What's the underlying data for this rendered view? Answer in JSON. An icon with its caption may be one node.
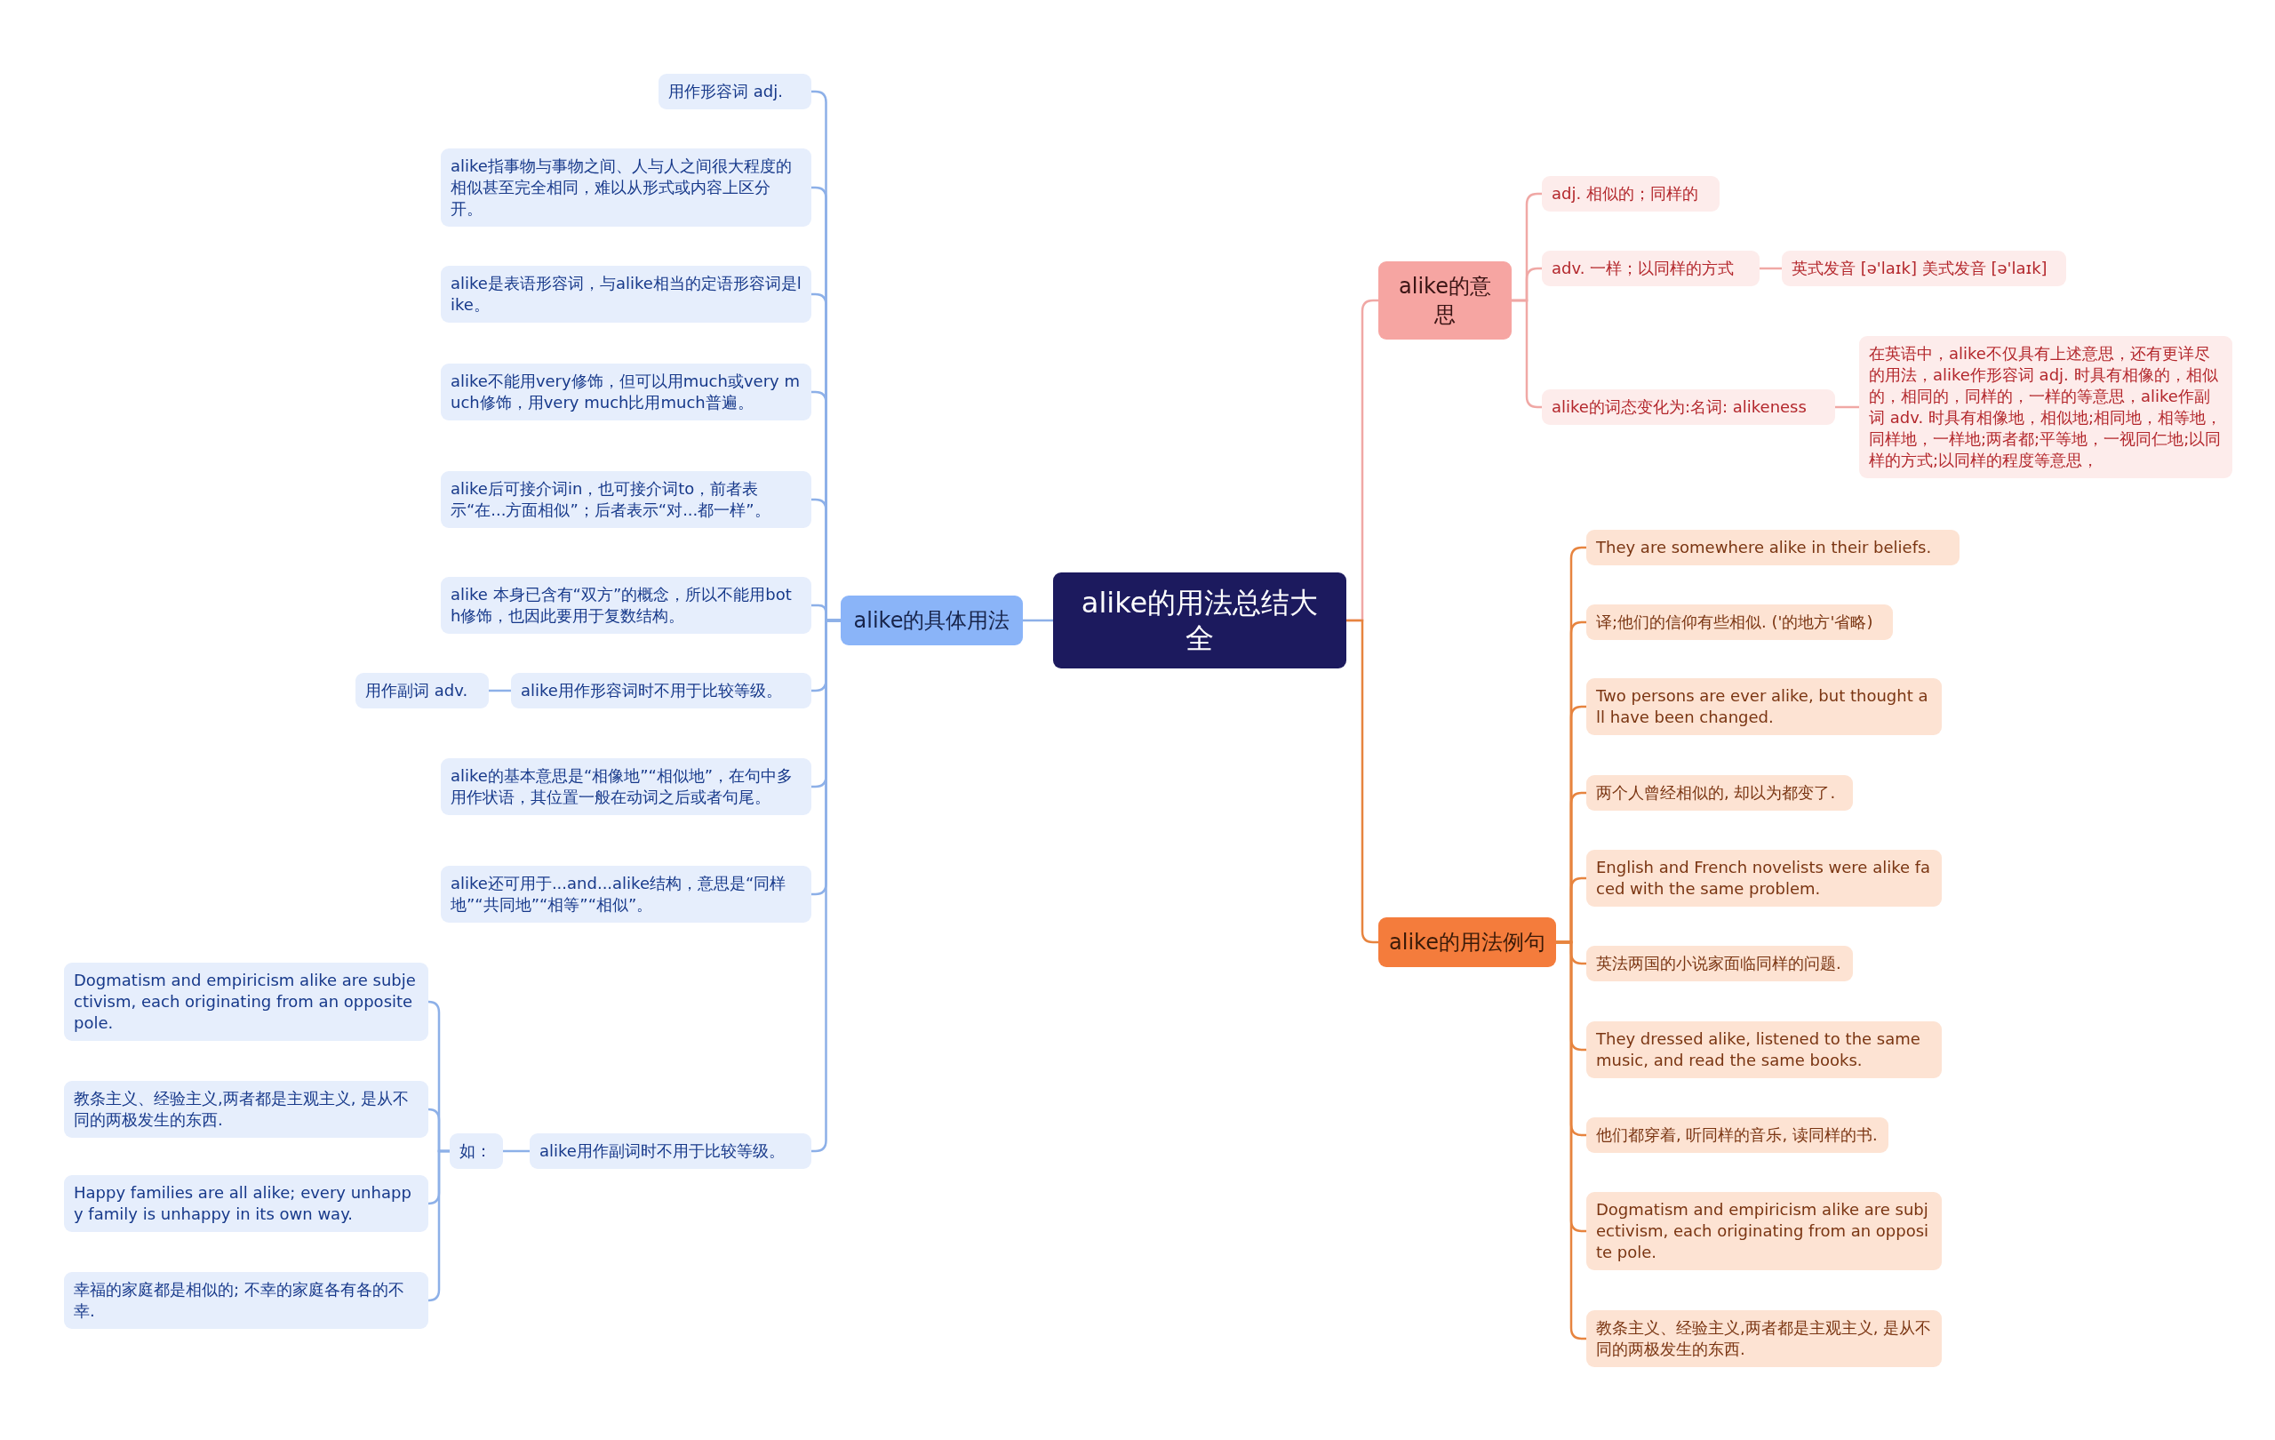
{
  "diagram": {
    "nodes": [
      {
        "text": [
          "alike的用法总结大全"
        ]
      },
      {
        "text": [
          "alike的意思"
        ]
      },
      {
        "text": [
          "adj. 相似的；同样的"
        ]
      },
      {
        "text": [
          "adv. 一样；以同样的方式"
        ]
      },
      {
        "text": [
          "英式发音 [ə'laɪk] 美式发音 [ə'laɪk]"
        ]
      },
      {
        "text": [
          "alike的词态变化为:名词: alikeness"
        ]
      },
      {
        "text": [
          "在英语中，alike不仅具有上述意思，还有更详尽的用法，alike作形容词 adj. 时具有相像的，相似的，相同的，同样的，一样的等意思，alike作副词 adv. 时具有相像地，相似地;相同地，相等地，同样地，一样地;两者都;平等地，一视同仁地;以同样的方式;以同样的程度等意思，"
        ]
      },
      {
        "text": [
          "alike的用法例句"
        ]
      },
      {
        "text": [
          "They are somewhere alike in their beliefs."
        ]
      },
      {
        "text": [
          "译;他们的信仰有些相似. ('的地方'省略)"
        ]
      },
      {
        "text": [
          "Two persons are ever alike, but thought all have been changed."
        ]
      },
      {
        "text": [
          "两个人曾经相似的, 却以为都变了."
        ]
      },
      {
        "text": [
          "English and French novelists were alike faced with the same problem."
        ]
      },
      {
        "text": [
          "英法两国的小说家面临同样的问题."
        ]
      },
      {
        "text": [
          "They dressed alike, listened to the same music, and read the same books."
        ]
      },
      {
        "text": [
          "他们都穿着, 听同样的音乐, 读同样的书."
        ]
      },
      {
        "text": [
          "Dogmatism and empiricism alike are subjectivism, each originating from an opposite pole."
        ]
      },
      {
        "text": [
          "教条主义、经验主义,两者都是主观主义, 是从不同的两极发生的东西."
        ]
      },
      {
        "text": [
          "alike的具体用法"
        ]
      },
      {
        "text": [
          "用作形容词 adj."
        ]
      },
      {
        "text": [
          "alike指事物与事物之间、人与人之间很大程度的相似甚至完全相同，难以从形式或内容上区分开。"
        ]
      },
      {
        "text": [
          "alike是表语形容词，与alike相当的定语形容词是like。"
        ]
      },
      {
        "text": [
          "alike不能用very修饰，但可以用much或very much修饰，用very much比用much普遍。"
        ]
      },
      {
        "text": [
          "alike后可接介词in，也可接介词to，前者表示“在...方面相似”；后者表示“对...都一样”。"
        ]
      },
      {
        "text": [
          "alike 本身已含有“双方”的概念，所以不能用both修饰，也因此要用于复数结构。"
        ]
      },
      {
        "text": [
          "alike用作形容词时不用于比较等级。"
        ]
      },
      {
        "text": [
          "用作副词 adv."
        ]
      },
      {
        "text": [
          "alike的基本意思是“相像地”“相似地”，在句中多用作状语，其位置一般在动词之后或者句尾。"
        ]
      },
      {
        "text": [
          "alike还可用于...and...alike结构，意思是“同样地”“共同地”“相等”“相似”。"
        ]
      },
      {
        "text": [
          "alike用作副词时不用于比较等级。"
        ]
      },
      {
        "text": [
          "如："
        ]
      },
      {
        "text": [
          "Dogmatism and empiricism alike are subjectivism, each originating from an opposite pole."
        ]
      },
      {
        "text": [
          "教条主义、经验主义,两者都是主观主义, 是从不同的两极发生的东西."
        ]
      },
      {
        "text": [
          "Happy families are all alike; every unhappy family is unhappy in its own way."
        ]
      },
      {
        "text": [
          "幸福的家庭都是相似的; 不幸的家庭各有各的不幸."
        ]
      }
    ],
    "edges": [
      {
        "from": 0,
        "to": 1,
        "arrow": "none",
        "color": "#f0a8a5"
      },
      {
        "from": 1,
        "to": 2,
        "arrow": "none",
        "color": "#f0a8a5"
      },
      {
        "from": 1,
        "to": 3,
        "arrow": "none",
        "color": "#f0a8a5"
      },
      {
        "from": 3,
        "to": 4,
        "arrow": "none",
        "color": "#f0a8a5"
      },
      {
        "from": 1,
        "to": 5,
        "arrow": "none",
        "color": "#f0a8a5"
      },
      {
        "from": 5,
        "to": 6,
        "arrow": "none",
        "color": "#f0a8a5"
      },
      {
        "from": 0,
        "to": 7,
        "arrow": "none",
        "color": "#e7843f"
      },
      {
        "from": 7,
        "to": 8,
        "arrow": "none",
        "color": "#e7843f"
      },
      {
        "from": 7,
        "to": 9,
        "arrow": "none",
        "color": "#e7843f"
      },
      {
        "from": 7,
        "to": 10,
        "arrow": "none",
        "color": "#e7843f"
      },
      {
        "from": 7,
        "to": 11,
        "arrow": "none",
        "color": "#e7843f"
      },
      {
        "from": 7,
        "to": 12,
        "arrow": "none",
        "color": "#e7843f"
      },
      {
        "from": 7,
        "to": 13,
        "arrow": "none",
        "color": "#e7843f"
      },
      {
        "from": 7,
        "to": 14,
        "arrow": "none",
        "color": "#e7843f"
      },
      {
        "from": 7,
        "to": 15,
        "arrow": "none",
        "color": "#e7843f"
      },
      {
        "from": 7,
        "to": 16,
        "arrow": "none",
        "color": "#e7843f"
      },
      {
        "from": 7,
        "to": 17,
        "arrow": "none",
        "color": "#e7843f"
      },
      {
        "from": 0,
        "to": 18,
        "arrow": "none"
      },
      {
        "from": 18,
        "to": 19,
        "arrow": "none"
      },
      {
        "from": 18,
        "to": 20,
        "arrow": "none"
      },
      {
        "from": 18,
        "to": 21,
        "arrow": "none"
      },
      {
        "from": 18,
        "to": 22,
        "arrow": "none"
      },
      {
        "from": 18,
        "to": 23,
        "arrow": "none"
      },
      {
        "from": 18,
        "to": 24,
        "arrow": "none"
      },
      {
        "from": 18,
        "to": 25,
        "arrow": "none"
      },
      {
        "from": 25,
        "to": 26,
        "arrow": "none"
      },
      {
        "from": 18,
        "to": 27,
        "arrow": "none"
      },
      {
        "from": 18,
        "to": 28,
        "arrow": "none"
      },
      {
        "from": 18,
        "to": 29,
        "arrow": "none"
      },
      {
        "from": 29,
        "to": 30,
        "arrow": "none"
      },
      {
        "from": 30,
        "to": 31,
        "arrow": "none"
      },
      {
        "from": 30,
        "to": 32,
        "arrow": "none"
      },
      {
        "from": 30,
        "to": 33,
        "arrow": "none"
      },
      {
        "from": 30,
        "to": 34,
        "arrow": "none"
      }
    ]
  }
}
